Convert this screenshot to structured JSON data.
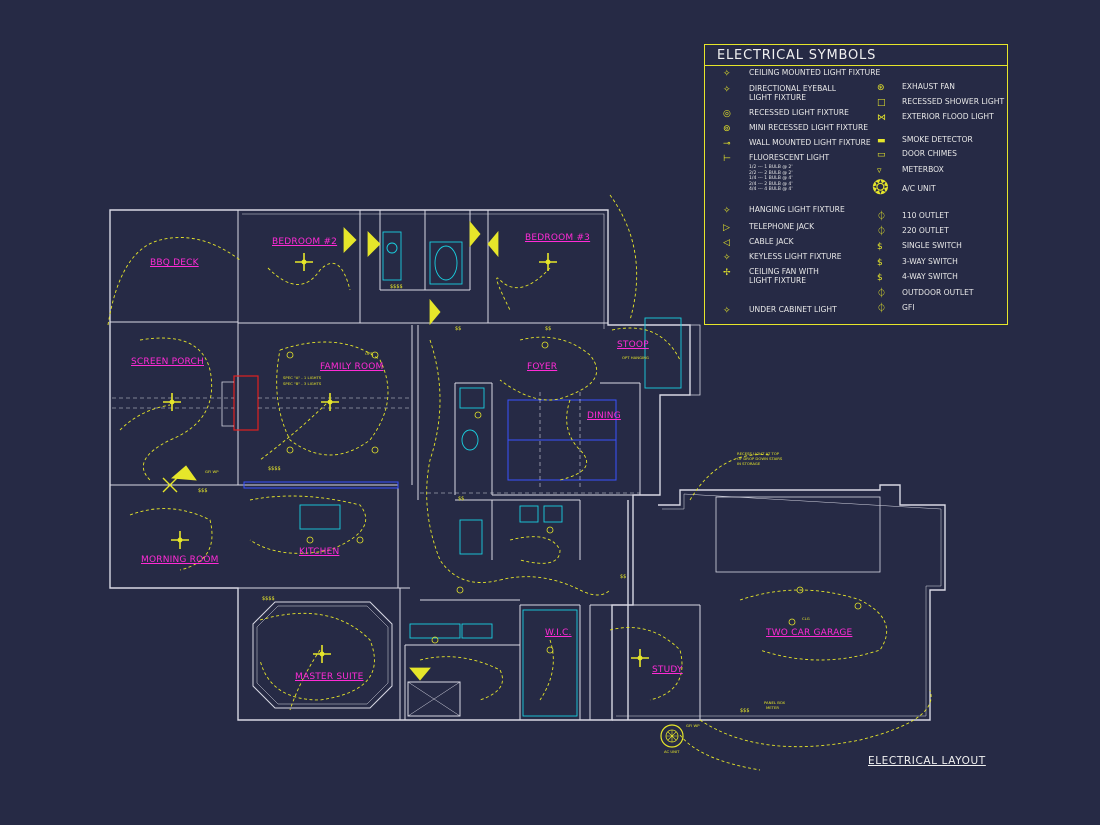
{
  "drawing": {
    "title": "ELECTRICAL LAYOUT",
    "background": "#262a45",
    "colors": {
      "wall": "#d8d8e4",
      "fixture": "#e6e62a",
      "room_label": "#ff2bd6",
      "plumbing": "#19d0e0",
      "accent": "#3a52ff",
      "fireplace": "#e02020"
    }
  },
  "rooms": {
    "bbq_deck": "BBQ DECK",
    "bedroom_2": "BEDROOM #2",
    "bedroom_3": "BEDROOM #3",
    "screen_porch": "SCREEN PORCH",
    "family_room": "FAMILY ROOM",
    "foyer": "FOYER",
    "stoop": "STOOP",
    "dining": "DINING",
    "kitchen": "KITCHEN",
    "morning_room": "MORNING ROOM",
    "master_suite": "MASTER SUITE",
    "wic": "W.I.C.",
    "study": "STUDY",
    "two_car_garage": "TWO CAR GARAGE"
  },
  "notes": {
    "led_spec_a": "SPEC \"A\" - 1 LIGHTS",
    "led_spec_b": "SPEC \"B\" - 3 LIGHTS",
    "opt": "OPT",
    "opt_hanging": "OPT HANGING",
    "attic_light_1": "RECESS LIGHT AT TOP",
    "attic_light_2": "OF DROP DOWN STAIRS",
    "attic_light_3": "IN STORAGE",
    "panel_box_1": "PANEL BOX",
    "panel_box_2": "METER",
    "ac_unit": "AC UNIT",
    "gfi_wp": "GFI WP",
    "clg": "CLG"
  },
  "legend": {
    "title": "ELECTRICAL SYMBOLS",
    "left": [
      {
        "icon": "✧",
        "label": "CEILING MOUNTED LIGHT FIXTURE"
      },
      {
        "icon": "✧",
        "label": "DIRECTIONAL EYEBALL",
        "label2": "LIGHT FIXTURE"
      },
      {
        "icon": "◎",
        "label": "RECESSED LIGHT FIXTURE"
      },
      {
        "icon": "⊚",
        "label": "MINI RECESSED LIGHT FIXTURE"
      },
      {
        "icon": "⊸",
        "label": "WALL MOUNTED LIGHT FIXTURE"
      },
      {
        "icon": "⊢",
        "label": "FLUORESCENT LIGHT"
      },
      {
        "icon": "✧",
        "label": "HANGING LIGHT FIXTURE"
      },
      {
        "icon": "▷",
        "label": "TELEPHONE JACK"
      },
      {
        "icon": "◁",
        "label": "CABLE JACK"
      },
      {
        "icon": "✧",
        "label": "KEYLESS LIGHT FIXTURE"
      },
      {
        "icon": "✢",
        "label": "CEILING FAN WITH",
        "label2": "LIGHT FIXTURE"
      },
      {
        "icon": "✧",
        "label": "UNDER CABINET LIGHT"
      }
    ],
    "fluorescent_sub": [
      "1/2 --- 1 BULB @ 2'",
      "2/2 --- 2 BULB @ 2'",
      "1/4 --- 1 BULB @ 4'",
      "2/4 --- 2 BULB @ 4'",
      "4/4 --- 4 BULB @ 4'"
    ],
    "right": [
      {
        "icon": "⊛",
        "label": "EXHAUST FAN"
      },
      {
        "icon": "□",
        "label": "RECESSED SHOWER LIGHT"
      },
      {
        "icon": "⋈",
        "label": "EXTERIOR FLOOD LIGHT"
      },
      {
        "icon": "▬",
        "label": "SMOKE DETECTOR"
      },
      {
        "icon": "▭",
        "label": "DOOR CHIMES"
      },
      {
        "icon": "▿",
        "label": "METERBOX"
      },
      {
        "icon": "❂",
        "label": "A/C UNIT"
      },
      {
        "icon": "⏀",
        "label": "110 OUTLET"
      },
      {
        "icon": "⏀",
        "label": "220 OUTLET"
      },
      {
        "icon": "$",
        "label": "SINGLE SWITCH"
      },
      {
        "icon": "$",
        "label": "3-WAY SWITCH"
      },
      {
        "icon": "$",
        "label": "4-WAY SWITCH"
      },
      {
        "icon": "⏀",
        "label": "OUTDOOR OUTLET"
      },
      {
        "icon": "⏀",
        "label": "GFI"
      }
    ]
  }
}
